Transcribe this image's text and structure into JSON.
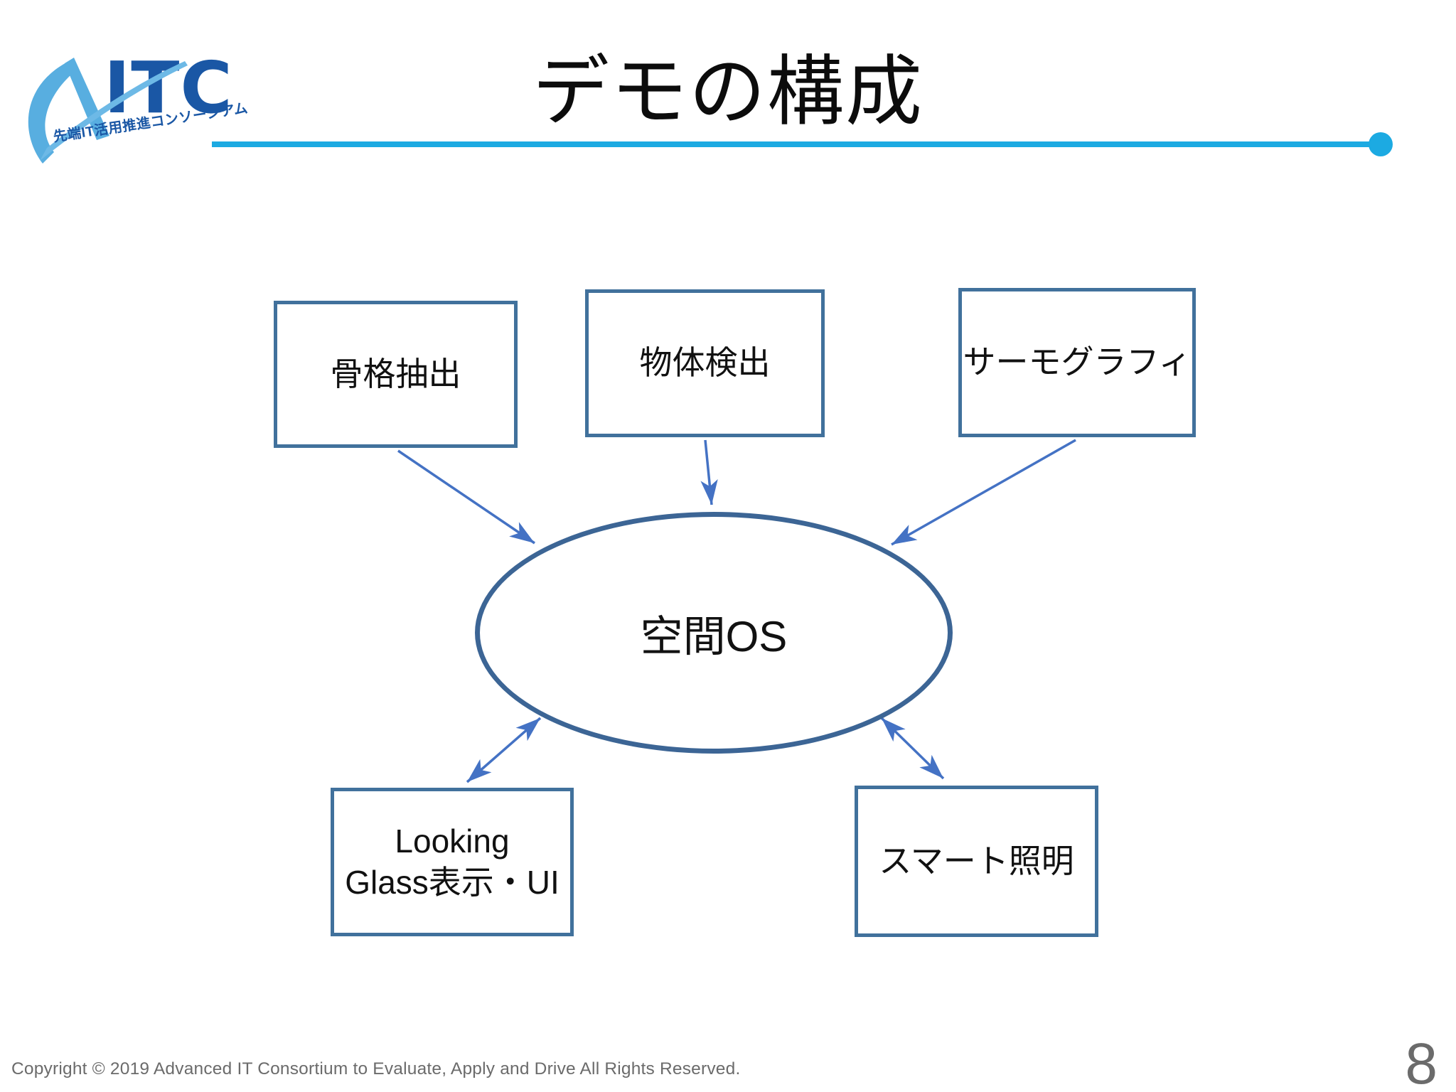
{
  "slide": {
    "title": "デモの構成",
    "page_number": "8",
    "footer_copyright": "Copyright © 2019 Advanced IT Consortium to Evaluate, Apply and Drive All Rights Reserved."
  },
  "logo": {
    "letters": "ITC",
    "tagline": "先端IT活用推進コンソーシアム"
  },
  "diagram": {
    "center_node": {
      "label": "空間OS"
    },
    "nodes": [
      {
        "id": "skeleton-extraction",
        "label": "骨格抽出",
        "connection": "arrow-into-center"
      },
      {
        "id": "object-detection",
        "label": "物体検出",
        "connection": "arrow-into-center"
      },
      {
        "id": "thermography",
        "label": "サーモグラフィ",
        "connection": "arrow-into-center"
      },
      {
        "id": "looking-glass-ui",
        "label": "Looking\nGlass表示・UI",
        "connection": "bidirectional-arrow"
      },
      {
        "id": "smart-lighting",
        "label": "スマート照明",
        "connection": "bidirectional-arrow"
      }
    ],
    "colors": {
      "box_border": "#41719C",
      "ellipse_border": "#3C6595",
      "arrow": "#4472C4",
      "accent_line": "#1CAAE2",
      "logo_dark_blue": "#1A57A5",
      "logo_light_blue": "#58AEE0",
      "footer_gray": "#6B6B6B"
    }
  }
}
